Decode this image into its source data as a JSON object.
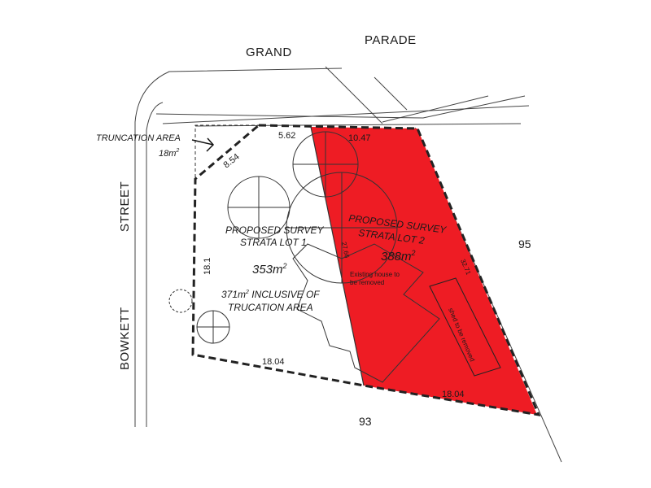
{
  "roads": {
    "north_word1": "GRAND",
    "north_word2": "PARADE",
    "west_word1": "STREET",
    "west_word2": "BOWKETT"
  },
  "truncation": {
    "title": "TRUNCATION AREA",
    "area_value": "18m",
    "area_exp": "2"
  },
  "dimensions": {
    "top_lot1": "5.62",
    "top_lot2": "10.47",
    "diagonal": "8.54",
    "west": "18.1",
    "south_lot1": "18.04",
    "south_lot2": "18.04",
    "divide": "27.66",
    "east": "32.71"
  },
  "lot1": {
    "line1": "PROPOSED SURVEY",
    "line2": "STRATA LOT 1",
    "area_value": "353m",
    "area_exp": "2",
    "incl_value": "371m",
    "incl_exp": "2",
    "incl_text1": " INCLUSIVE OF",
    "incl_text2": "TRUCATION AREA"
  },
  "lot2": {
    "line1": "PROPOSED SURVEY",
    "line2": "STRATA LOT 2",
    "area_value": "388m",
    "area_exp": "2",
    "note1": "Existing  house to",
    "note2": "be removed",
    "shed_note": "shed to be removed"
  },
  "neighbours": {
    "east": "95",
    "south": "93"
  },
  "colors": {
    "lot2_fill": "#ee1c24",
    "line": "#2b2b2b"
  }
}
